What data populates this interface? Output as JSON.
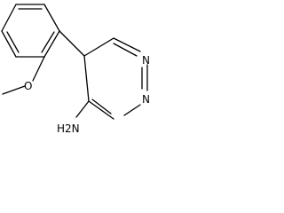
{
  "molecule": {
    "atoms": {
      "methoxy_oxygen": "O",
      "ring_nitrogen_upper": "N",
      "ring_nitrogen_lower": "N",
      "amine_group": "H2N"
    }
  },
  "colors": {
    "bond": "#000000",
    "label": "#000000",
    "background": "#ffffff"
  }
}
